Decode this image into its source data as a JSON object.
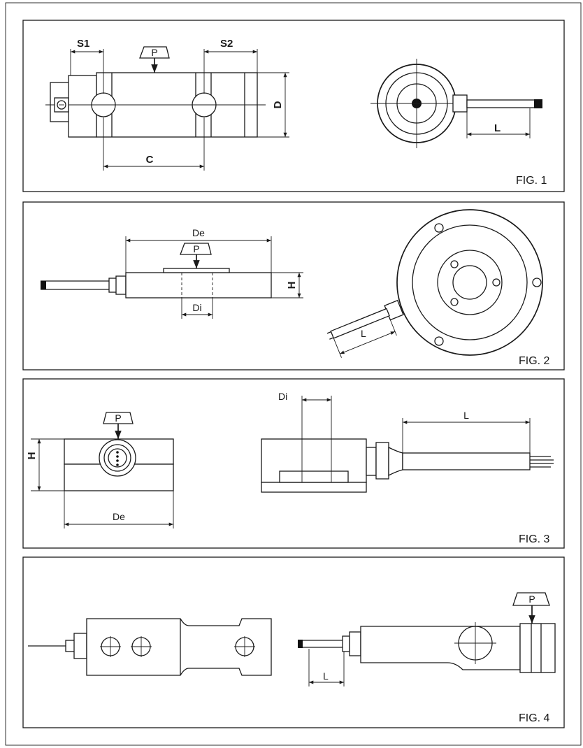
{
  "figures": [
    {
      "caption": "FIG. 1",
      "labels": {
        "s1": "S1",
        "s2": "S2",
        "load": "P",
        "d": "D",
        "c": "C",
        "l": "L"
      }
    },
    {
      "caption": "FIG. 2",
      "labels": {
        "de": "De",
        "load": "P",
        "h": "H",
        "di": "Di",
        "l": "L"
      }
    },
    {
      "caption": "FIG. 3",
      "labels": {
        "load": "P",
        "h": "H",
        "de": "De",
        "di": "Di",
        "l": "L"
      }
    },
    {
      "caption": "FIG. 4",
      "labels": {
        "load": "P",
        "l": "L"
      }
    }
  ],
  "colors": {
    "line": "#1a1a1a",
    "paper": "#ffffff"
  }
}
